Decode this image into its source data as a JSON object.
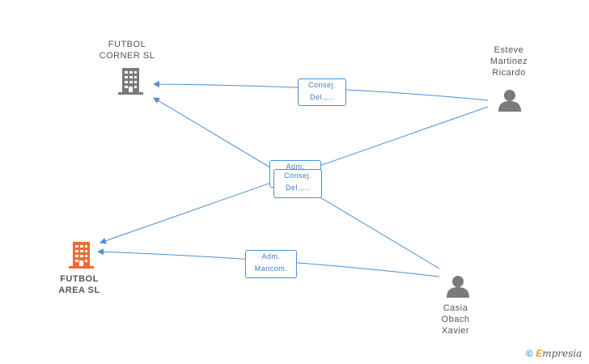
{
  "nodes": {
    "futbol_corner": {
      "lines": [
        "FUTBOL",
        "CORNER SL"
      ],
      "type": "company",
      "color": "#7a7a7a"
    },
    "futbol_area": {
      "lines": [
        "FUTBOL",
        "AREA SL"
      ],
      "type": "company",
      "color": "#f06a35"
    },
    "esteve": {
      "lines": [
        "Esteve",
        "Martinez",
        "Ricardo"
      ],
      "type": "person",
      "color": "#7a7a7a"
    },
    "casia": {
      "lines": [
        "Casia",
        "Obach",
        "Xavier"
      ],
      "type": "person",
      "color": "#7a7a7a"
    }
  },
  "edges": [
    {
      "from": "esteve",
      "to": "futbol_corner",
      "label": [
        "Consej.",
        "Del.,..."
      ]
    },
    {
      "from": "esteve",
      "to": "futbol_area",
      "label": [
        "Consej.",
        "Del.,..."
      ]
    },
    {
      "from": "casia",
      "to": "futbol_corner",
      "label": [
        "Adm.",
        ""
      ]
    },
    {
      "from": "casia",
      "to": "futbol_area",
      "label": [
        "Adm.",
        "Mancom."
      ]
    }
  ],
  "colors": {
    "edge": "#4a90d9",
    "label_text": "#3a7cc8"
  },
  "watermark": {
    "symbol": "©",
    "brand_first": "E",
    "brand_rest": "mpresia"
  }
}
